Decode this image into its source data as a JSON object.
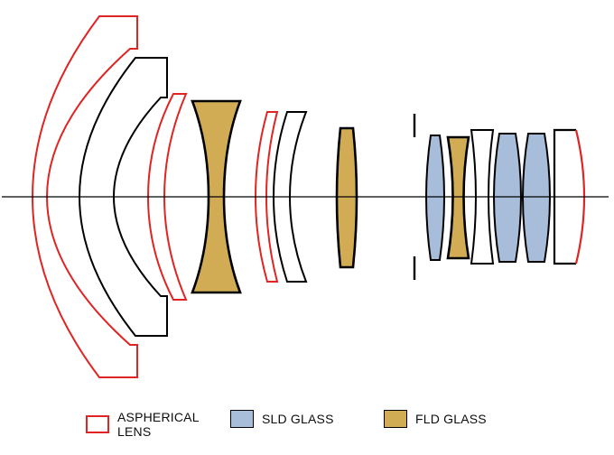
{
  "diagram": {
    "kind": "lens-optical-cross-section",
    "colors": {
      "aspherical_outline": "#e02423",
      "sld_fill": "#a7bdd9",
      "fld_fill": "#d2ab55",
      "glass_outline": "#000000",
      "axis": "#000000",
      "background": "#ffffff"
    },
    "legend": {
      "items": [
        {
          "id": "aspherical",
          "label": "ASPHERICAL LENS"
        },
        {
          "id": "sld",
          "label": "SLD GLASS"
        },
        {
          "id": "fld",
          "label": "FLD GLASS"
        }
      ]
    },
    "elements": [
      {
        "id": "element-1",
        "group": "front",
        "material": "aspherical",
        "shape": "large deep meniscus"
      },
      {
        "id": "element-2",
        "group": "front",
        "material": "standard",
        "shape": "deep meniscus"
      },
      {
        "id": "element-3",
        "group": "front",
        "material": "aspherical",
        "shape": "meniscus"
      },
      {
        "id": "element-4",
        "group": "front",
        "material": "fld",
        "shape": "thick biconcave"
      },
      {
        "id": "element-5",
        "group": "middle",
        "material": "aspherical",
        "shape": "thin meniscus"
      },
      {
        "id": "element-6",
        "group": "middle",
        "material": "standard",
        "shape": "meniscus"
      },
      {
        "id": "element-7",
        "group": "middle",
        "material": "fld",
        "shape": "thin biconvex"
      },
      {
        "id": "aperture-stop",
        "group": "stop",
        "material": "none",
        "shape": "diaphragm marks"
      },
      {
        "id": "element-8",
        "group": "rear",
        "material": "sld",
        "shape": "biconvex"
      },
      {
        "id": "element-9",
        "group": "rear",
        "material": "fld",
        "shape": "biconcave"
      },
      {
        "id": "element-10",
        "group": "rear",
        "material": "standard",
        "shape": "biconcave"
      },
      {
        "id": "element-11",
        "group": "rear",
        "material": "sld",
        "shape": "biconvex"
      },
      {
        "id": "element-12",
        "group": "rear",
        "material": "sld",
        "shape": "biconvex"
      },
      {
        "id": "element-13",
        "group": "rear",
        "material": "aspherical",
        "shape": "convex rear surface outlined red"
      }
    ]
  }
}
